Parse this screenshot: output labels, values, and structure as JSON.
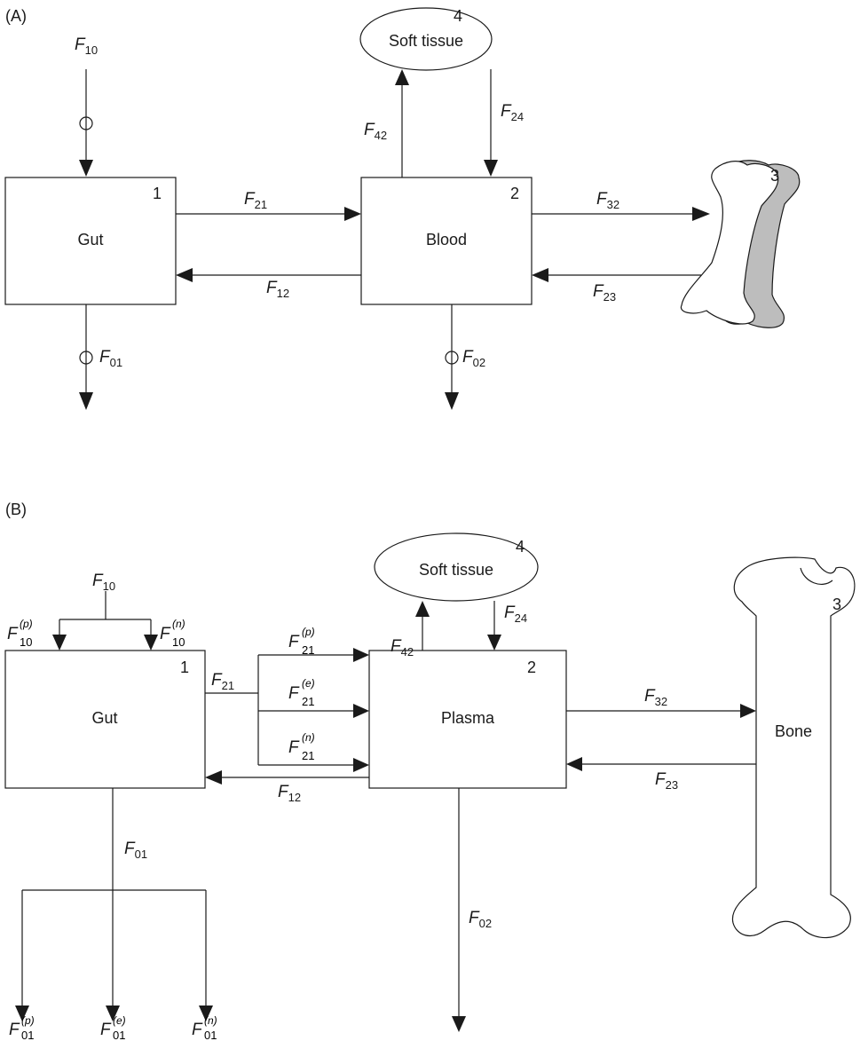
{
  "panel_a": {
    "label": "(A)",
    "compartments": {
      "gut": {
        "name": "Gut",
        "number": "1"
      },
      "blood": {
        "name": "Blood",
        "number": "2"
      },
      "bone": {
        "number": "3"
      },
      "soft_tissue": {
        "name": "Soft tissue",
        "number": "4"
      }
    },
    "fluxes": {
      "f10": {
        "base": "F",
        "sub": "10"
      },
      "f01": {
        "base": "F",
        "sub": "01"
      },
      "f21": {
        "base": "F",
        "sub": "21"
      },
      "f12": {
        "base": "F",
        "sub": "12"
      },
      "f02": {
        "base": "F",
        "sub": "02"
      },
      "f42": {
        "base": "F",
        "sub": "42"
      },
      "f24": {
        "base": "F",
        "sub": "24"
      },
      "f32": {
        "base": "F",
        "sub": "32"
      },
      "f23": {
        "base": "F",
        "sub": "23"
      }
    }
  },
  "panel_b": {
    "label": "(B)",
    "compartments": {
      "gut": {
        "name": "Gut",
        "number": "1"
      },
      "plasma": {
        "name": "Plasma",
        "number": "2"
      },
      "bone": {
        "name": "Bone",
        "number": "3"
      },
      "soft_tissue": {
        "name": "Soft tissue",
        "number": "4"
      }
    },
    "fluxes": {
      "f10": {
        "base": "F",
        "sub": "10"
      },
      "f10p": {
        "base": "F",
        "sub": "10",
        "sup": "(p)"
      },
      "f10n": {
        "base": "F",
        "sub": "10",
        "sup": "(n)"
      },
      "f21": {
        "base": "F",
        "sub": "21"
      },
      "f21p": {
        "base": "F",
        "sub": "21",
        "sup": "(p)"
      },
      "f21e": {
        "base": "F",
        "sub": "21",
        "sup": "(e)"
      },
      "f21n": {
        "base": "F",
        "sub": "21",
        "sup": "(n)"
      },
      "f12": {
        "base": "F",
        "sub": "12"
      },
      "f42": {
        "base": "F",
        "sub": "42"
      },
      "f24": {
        "base": "F",
        "sub": "24"
      },
      "f32": {
        "base": "F",
        "sub": "32"
      },
      "f23": {
        "base": "F",
        "sub": "23"
      },
      "f02": {
        "base": "F",
        "sub": "02"
      },
      "f01": {
        "base": "F",
        "sub": "01"
      },
      "f01p": {
        "base": "F",
        "sub": "01",
        "sup": "(p)"
      },
      "f01e": {
        "base": "F",
        "sub": "01",
        "sup": "(e)"
      },
      "f01n": {
        "base": "F",
        "sub": "01",
        "sup": "(n)"
      }
    }
  }
}
